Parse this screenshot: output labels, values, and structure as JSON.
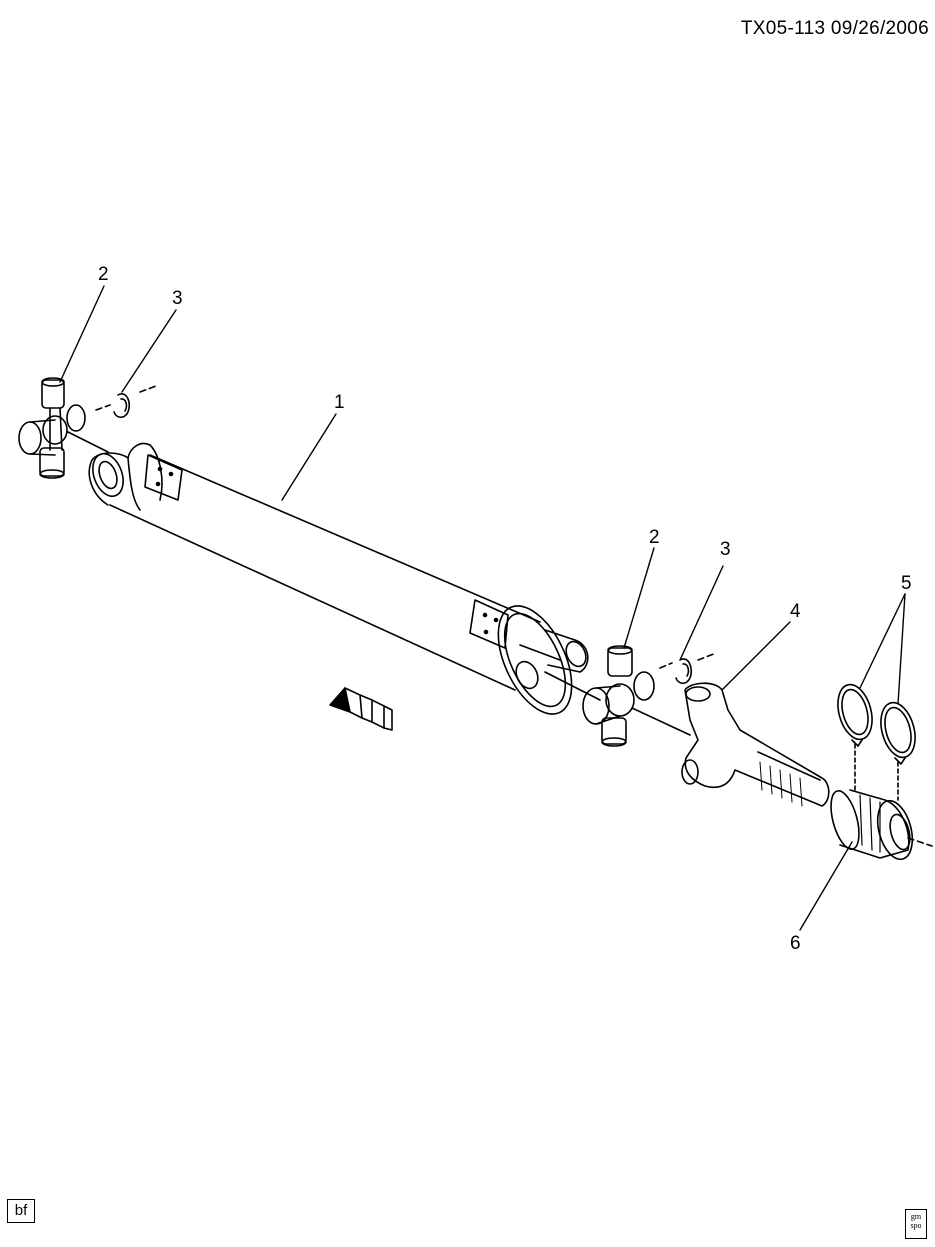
{
  "header": {
    "reference": "TX05-113  09/26/2006"
  },
  "callouts": {
    "c1": "1",
    "c2a": "2",
    "c3a": "3",
    "c2b": "2",
    "c3b": "3",
    "c4": "4",
    "c5": "5",
    "c6": "6"
  },
  "footer": {
    "tag": "bf",
    "logo": "gm spo"
  }
}
